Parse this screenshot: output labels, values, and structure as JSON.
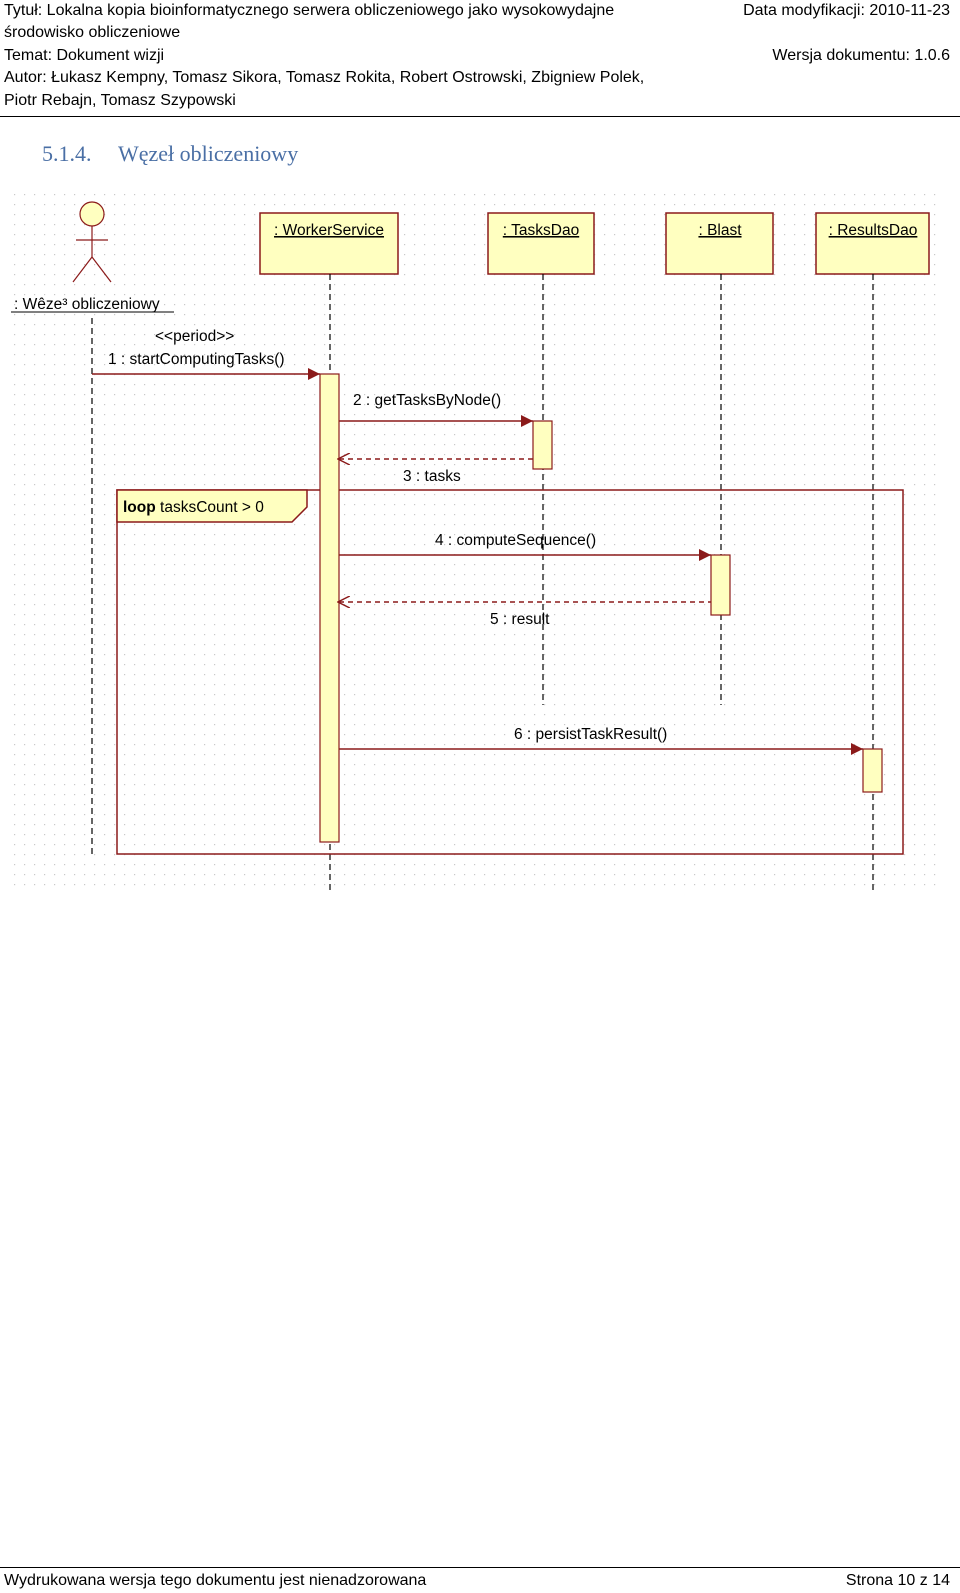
{
  "header": {
    "title": "Tytuł: Lokalna kopia bioinformatycznego serwera obliczeniowego jako wysokowydajne",
    "title_cont": "środowisko obliczeniowe",
    "modified": "Data modyfikacji: 2010-11-23",
    "subject": "Temat: Dokument wizji",
    "version": "Wersja dokumentu: 1.0.6",
    "authors_1": "Autor: Łukasz Kempny, Tomasz Sikora, Tomasz Rokita, Robert Ostrowski, Zbigniew Polek,",
    "authors_2": "Piotr Rebajn, Tomasz Szypowski"
  },
  "section": {
    "number": "5.1.4.",
    "title": "Węzeł obliczeniowy"
  },
  "diagram": {
    "actor_label": ": Wêze³ obliczeniowy",
    "lifelines": [
      ": WorkerService",
      ": TasksDao",
      ": Blast",
      ": ResultsDao"
    ],
    "stereotype": "<<period>>",
    "messages": [
      "1 : startComputingTasks()",
      "2 : getTasksByNode()",
      "3 : tasks",
      "4 : computeSequence()",
      "5 : result",
      "6 : persistTaskResult()"
    ],
    "loop_keyword": "loop",
    "loop_guard": "tasksCount > 0",
    "colors": {
      "line": "#8b1a1a",
      "fill": "#ffffc0",
      "grid": "#c8c8c8"
    }
  },
  "footer": {
    "left": "Wydrukowana wersja tego dokumentu jest nienadzorowana",
    "right": "Strona 10 z 14"
  }
}
